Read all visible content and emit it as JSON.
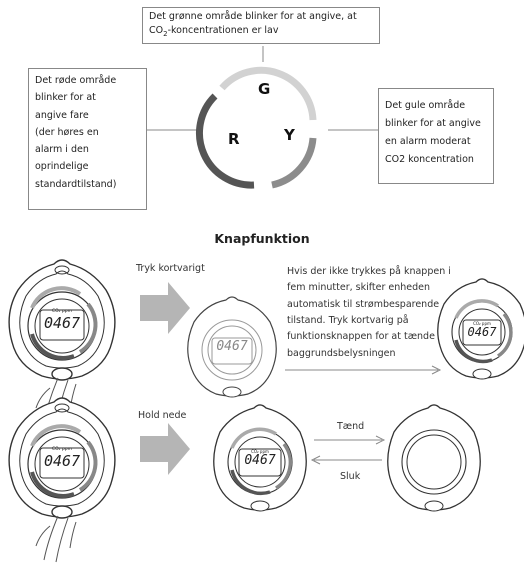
{
  "top_note": {
    "line1": "Det grønne område blinker for at angive, at",
    "line2_prefix": "CO",
    "line2_sub": "2",
    "line2_suffix": "-koncentrationen er lav"
  },
  "left_note": {
    "lines": [
      "Det røde område",
      "blinker for at",
      "angive fare",
      "(der høres en",
      "alarm i den",
      "oprindelige",
      "standardtilstand)"
    ]
  },
  "right_note": {
    "lines": [
      "Det gule område",
      "blinker for at angive",
      "en alarm  moderat",
      "CO2 koncentration"
    ]
  },
  "ring": {
    "green_letter": "G",
    "red_letter": "R",
    "yellow_letter": "Y",
    "colors": {
      "green": "#d2d2d2",
      "red": "#555555",
      "yellow": "#8c8c8c"
    }
  },
  "section_title": "Knapfunktion",
  "row1": {
    "action": "Tryk kortvarigt",
    "description_lines": [
      "Hvis der ikke trykkes på knappen i",
      "fem minutter, skifter enheden",
      "automatisk til strømbesparende",
      "tilstand. Tryk kortvarig på",
      "funktionsknappen for at tænde",
      "baggrundsbelysningen"
    ]
  },
  "row2": {
    "action": "Hold nede",
    "on_label": "Tænd",
    "off_label": "Sluk"
  },
  "display": {
    "reading": "0467",
    "unit": "CO₂ ppm"
  }
}
